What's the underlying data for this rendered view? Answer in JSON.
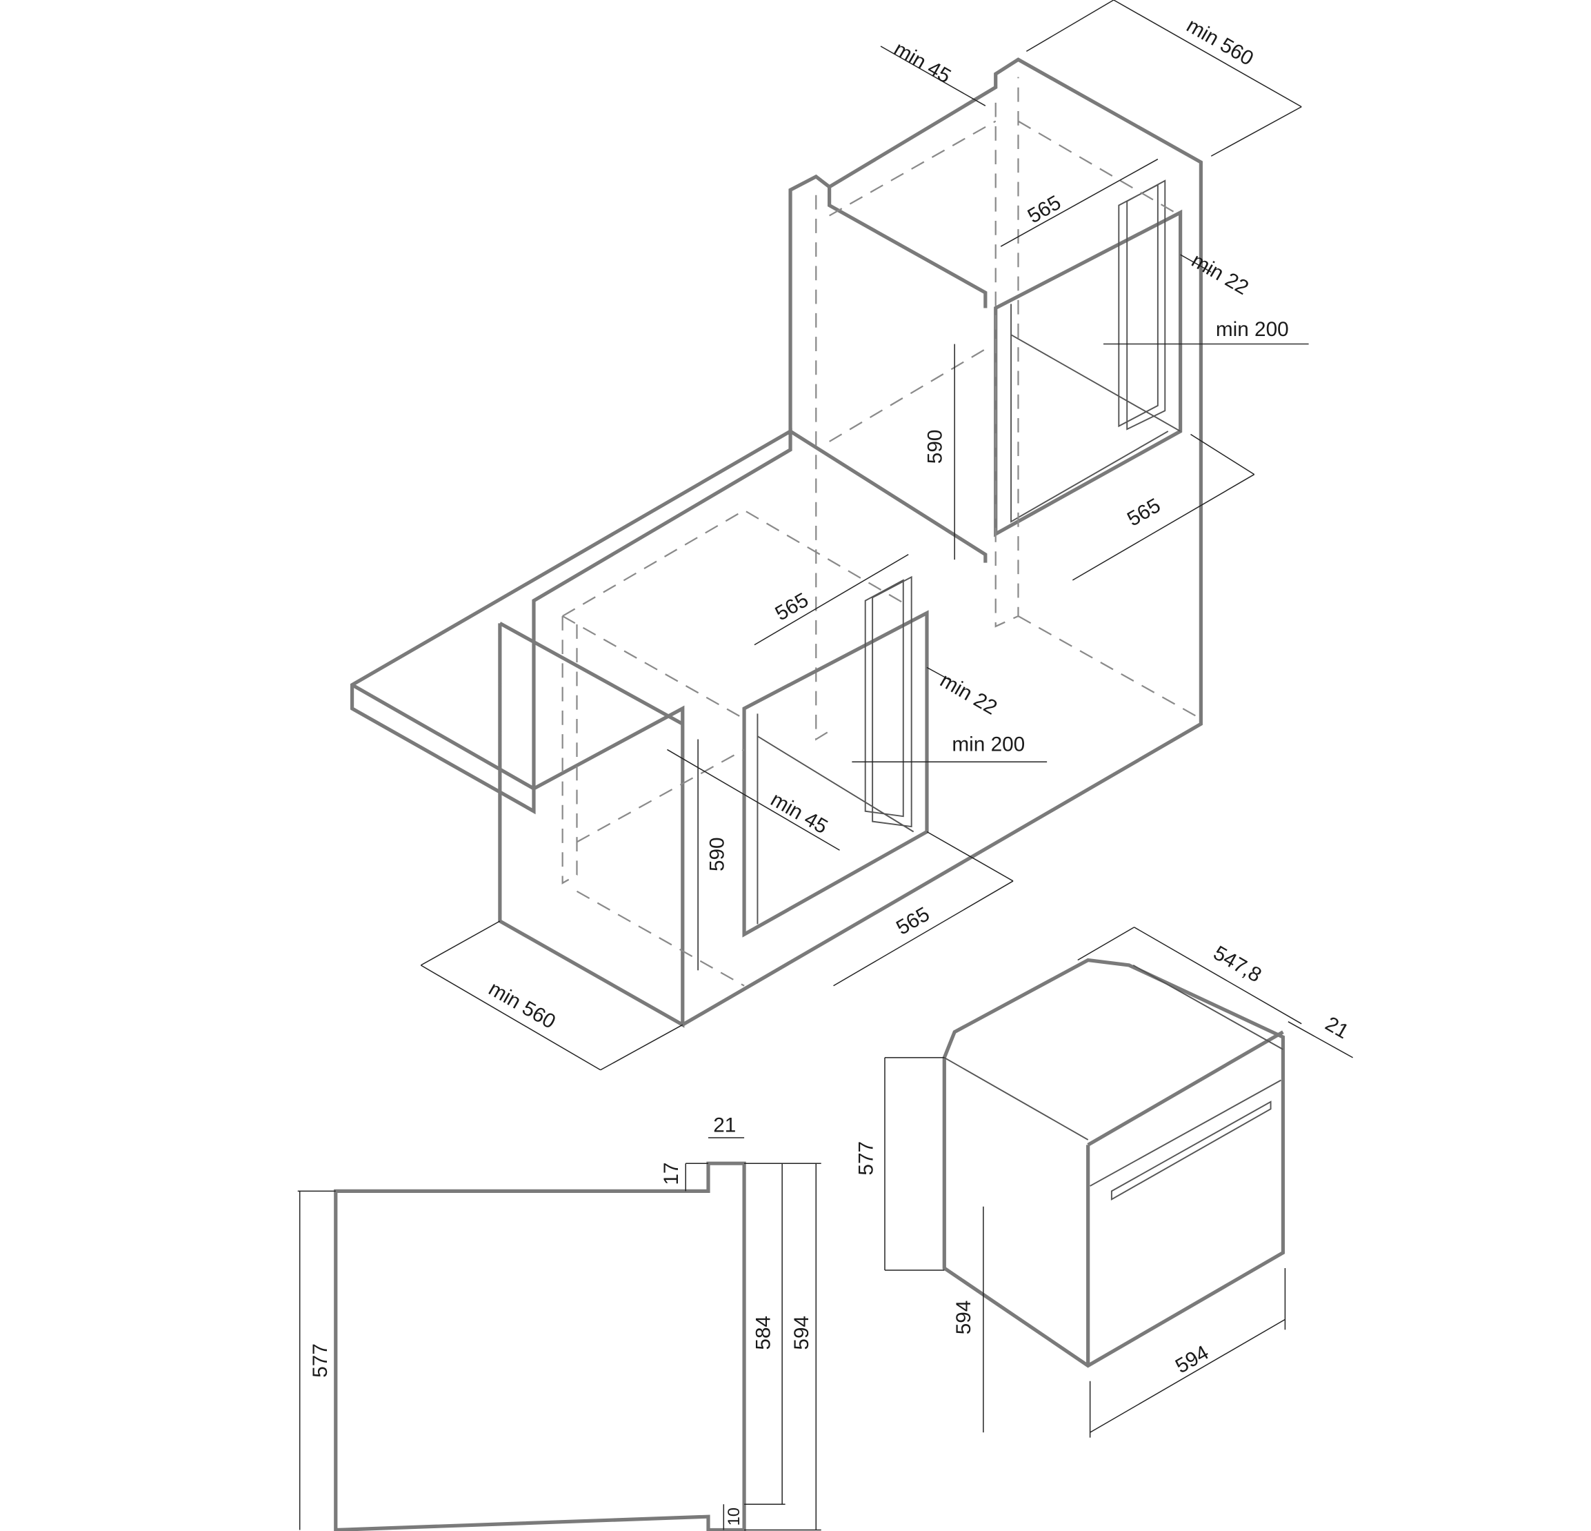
{
  "dimensions": {
    "tall_unit": {
      "width": "min 560",
      "rear_gap": "min 45",
      "inner_depth": "565",
      "side_gap": "min 22",
      "vent": "min 200",
      "height": "590",
      "opening_width": "565"
    },
    "base_unit": {
      "inner_depth": "565",
      "side_gap": "min 22",
      "vent": "min 200",
      "rear_gap": "min 45",
      "height": "590",
      "opening_width": "565",
      "width": "min 560"
    },
    "oven_iso": {
      "depth": "547,8",
      "door": "21",
      "body_height": "577",
      "front_height": "594",
      "front_width": "594"
    },
    "oven_side": {
      "door": "21",
      "step": "17",
      "body_height": "577",
      "inner_height": "584",
      "front_height": "594",
      "bottom": "10"
    }
  }
}
